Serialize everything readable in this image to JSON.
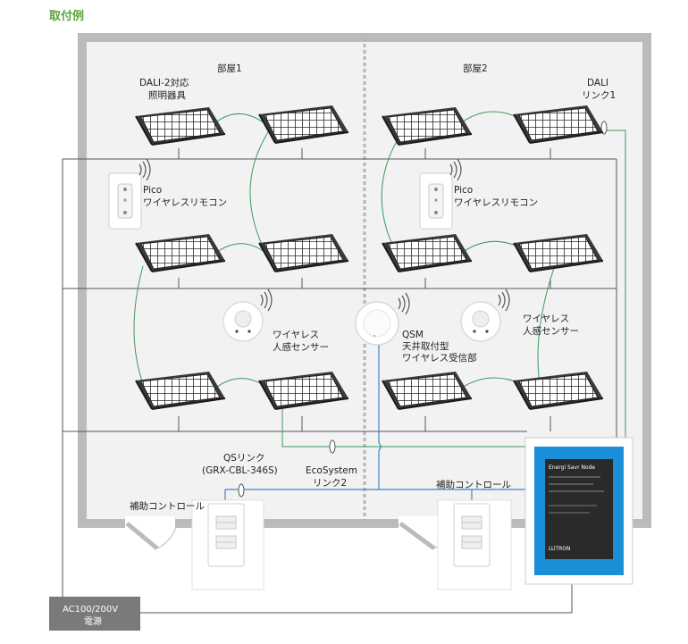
{
  "title": "取付例",
  "rooms": {
    "room1": "部屋1",
    "room2": "部屋2"
  },
  "labels": {
    "fixture_line1": "DALI-2対応",
    "fixture_line2": "照明器具",
    "dali_line1": "DALI",
    "dali_line2": "リンク1",
    "pico_1_line1": "Pico",
    "pico_1_line2": "ワイヤレスリモコン",
    "pico_2_line1": "Pico",
    "pico_2_line2": "ワイヤレスリモコン",
    "sensor_1_line1": "ワイヤレス",
    "sensor_1_line2": "人感センサー",
    "sensor_2_line1": "ワイヤレス",
    "sensor_2_line2": "人感センサー",
    "qsm_line1": "QSM",
    "qsm_line2": "天井取付型",
    "qsm_line3": "ワイヤレス受信部",
    "qs_link_line1": "QSリンク",
    "qs_link_line2": "(GRX-CBL-346S)",
    "ecosystem_line1": "EcoSystem",
    "ecosystem_line2": "リンク2",
    "aux_1": "補助コントロール",
    "aux_2": "補助コントロール",
    "power_line1": "AC100/200V",
    "power_line2": "電源"
  },
  "panel": {
    "header": "Energi Savr Node",
    "brand": "LUTRON"
  },
  "colors": {
    "title_green": "#5aa23c",
    "ecosystem_green": "#3a9a5a",
    "qs_blue": "#3d86c6",
    "panel_blue": "#1a8fd8",
    "power_box": "#7a7a7a"
  }
}
